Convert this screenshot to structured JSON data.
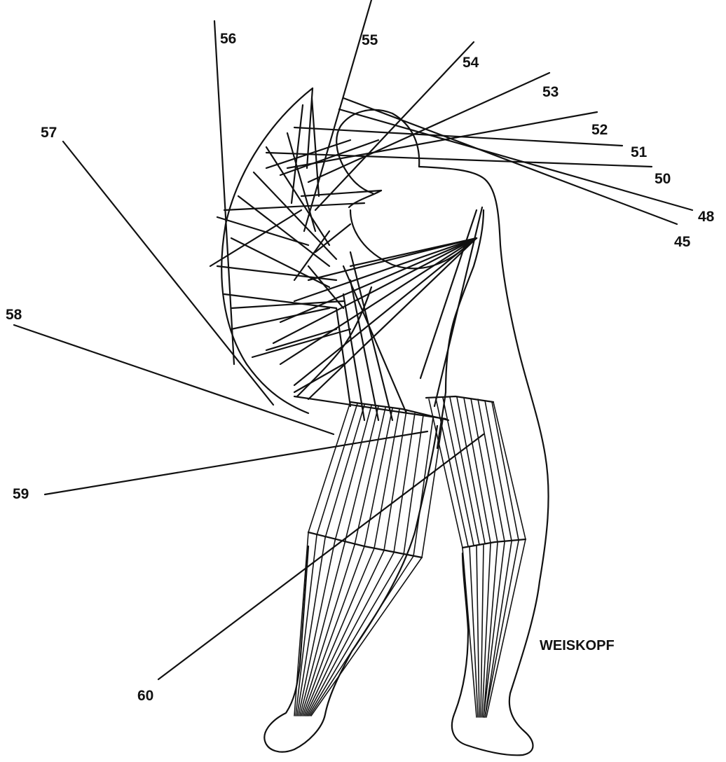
{
  "figure": {
    "signature": "WEISKOPF",
    "labels": [
      "45",
      "48",
      "50",
      "51",
      "52",
      "53",
      "54",
      "55",
      "56",
      "57",
      "58",
      "59",
      "60"
    ],
    "colors": {
      "ink": "#111111",
      "paper": "#ffffff"
    }
  }
}
